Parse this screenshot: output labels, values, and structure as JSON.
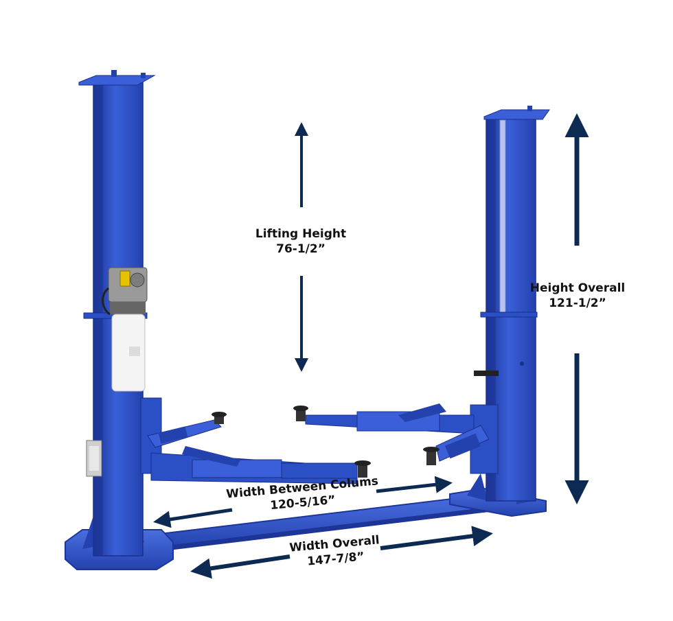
{
  "dimensions": {
    "lifting_height": {
      "label": "Lifting Height",
      "value": "76-1/2”"
    },
    "height_overall": {
      "label": "Height Overall",
      "value": "121-1/2”"
    },
    "width_between_columns": {
      "label": "Width Between Colums",
      "value": "120-5/16”"
    },
    "width_overall": {
      "label": "Width Overall",
      "value": "147-7/8”"
    }
  },
  "colors": {
    "lift_blue": "#2b4fc4",
    "lift_blue_dark": "#1c3596",
    "lift_blue_light": "#4a6ee0",
    "arrow_navy": "#0d2a52",
    "reservoir_white": "#f4f4f4",
    "rubber_pad": "#333333"
  }
}
